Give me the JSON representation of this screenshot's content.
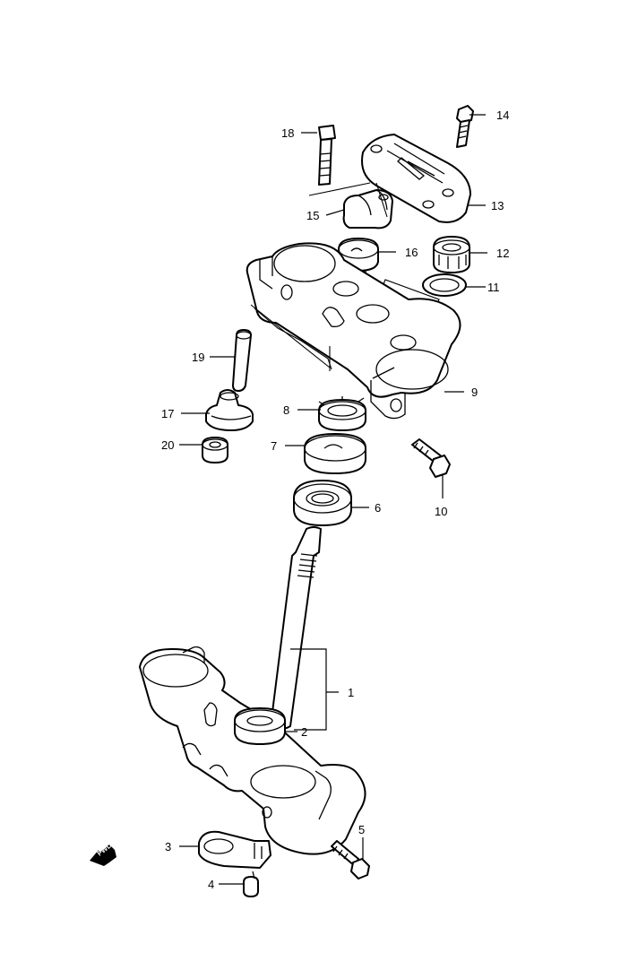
{
  "callouts": [
    {
      "id": "1",
      "text": "1"
    },
    {
      "id": "2",
      "text": "2"
    },
    {
      "id": "3",
      "text": "3"
    },
    {
      "id": "4",
      "text": "4"
    },
    {
      "id": "5",
      "text": "5"
    },
    {
      "id": "6",
      "text": "6"
    },
    {
      "id": "7",
      "text": "7"
    },
    {
      "id": "8",
      "text": "8"
    },
    {
      "id": "9",
      "text": "9"
    },
    {
      "id": "10",
      "text": "10"
    },
    {
      "id": "11",
      "text": "11"
    },
    {
      "id": "12",
      "text": "12"
    },
    {
      "id": "13",
      "text": "13"
    },
    {
      "id": "14",
      "text": "14"
    },
    {
      "id": "15",
      "text": "15"
    },
    {
      "id": "16",
      "text": "16"
    },
    {
      "id": "17",
      "text": "17"
    },
    {
      "id": "18",
      "text": "18"
    },
    {
      "id": "19",
      "text": "19"
    },
    {
      "id": "20",
      "text": "20"
    }
  ],
  "fwd_arrow": {
    "text": "FWD",
    "icon": "fwd-arrow-icon"
  }
}
